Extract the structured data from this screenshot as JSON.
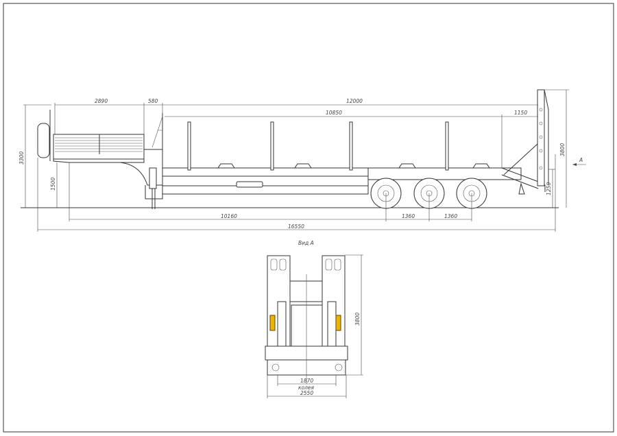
{
  "side_view": {
    "dimensions": {
      "gooseneck_length": "2890",
      "neck_offset": "580",
      "deck_length": "12000",
      "stake_span": "10850",
      "ramp_length": "1150",
      "front_height": "3300",
      "gooseneck_height": "1500",
      "rear_height": "3800",
      "deck_height": "1250",
      "kingpin_to_axle": "10160",
      "axle_spacing_1": "1360",
      "axle_spacing_2": "1360",
      "overall_length": "16550"
    },
    "view_marker": "A"
  },
  "rear_view": {
    "title": "Вид А",
    "dimensions": {
      "height": "3800",
      "track": "1870",
      "track_label": "колея",
      "width": "2550"
    },
    "lamp_color": "#e8b800"
  }
}
